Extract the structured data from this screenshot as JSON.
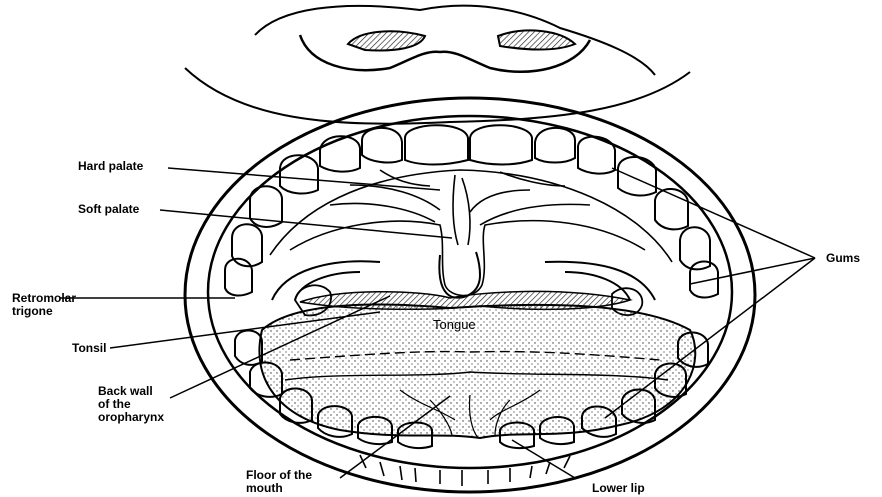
{
  "labels": {
    "hard_palate": "Hard palate",
    "soft_palate": "Soft palate",
    "retromolar_line1": "Retromolar",
    "retromolar_line2": "trigone",
    "tonsil": "Tonsil",
    "back_wall_line1": "Back wall",
    "back_wall_line2": "of the",
    "back_wall_line3": "oropharynx",
    "floor_line1": "Floor of the",
    "floor_line2": "mouth",
    "lower_lip": "Lower lip",
    "gums": "Gums",
    "tongue": "Tongue"
  },
  "colors": {
    "ink": "#000000",
    "background": "#ffffff",
    "hatch": "#3a3a3a"
  }
}
